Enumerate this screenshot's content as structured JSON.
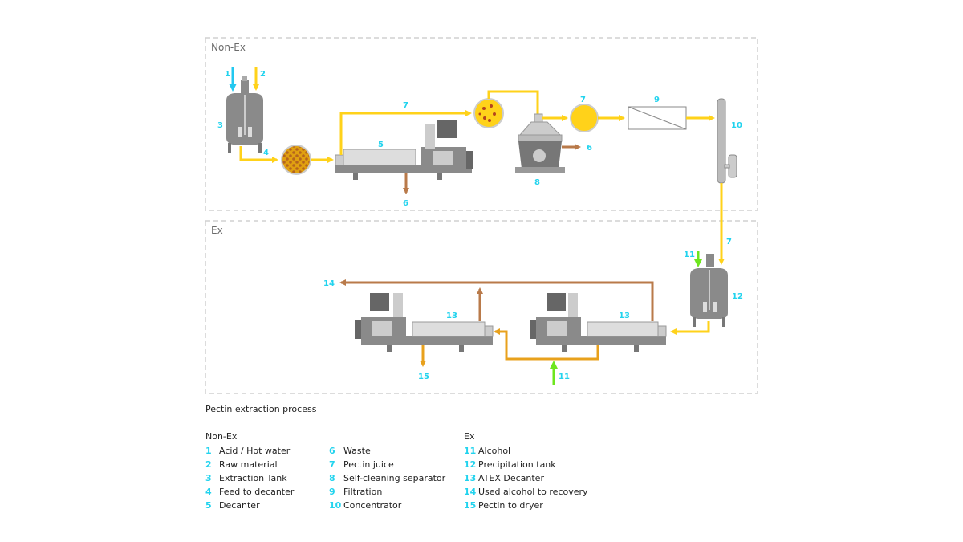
{
  "zones": {
    "non_ex": "Non-Ex",
    "ex": "Ex"
  },
  "colors": {
    "product_flow": "#ffd21a",
    "waste_flow": "#b97a4a",
    "acid_water": "#22c8f0",
    "alcohol": "#6ee61e",
    "ex_product_flow": "#e8a11c",
    "number_label": "#22d3ee",
    "equipment": "#8a8a8a",
    "zone_border": "#cfcfcf"
  },
  "diagram_labels": {
    "n1": "1",
    "n2": "2",
    "n3": "3",
    "n4": "4",
    "n5": "5",
    "n6a": "6",
    "n6b": "6",
    "n7a": "7",
    "n7b": "7",
    "n7c": "7",
    "n8": "8",
    "n9": "9",
    "n10": "10",
    "n11a": "11",
    "n11b": "11",
    "n12": "12",
    "n13a": "13",
    "n13b": "13",
    "n14": "14",
    "n15": "15"
  },
  "caption": "Pectin extraction process",
  "legend": {
    "non_ex_title": "Non-Ex",
    "ex_title": "Ex",
    "non_ex_col1": [
      {
        "num": "1",
        "label": "Acid / Hot water"
      },
      {
        "num": "2",
        "label": "Raw material"
      },
      {
        "num": "3",
        "label": "Extraction Tank"
      },
      {
        "num": "4",
        "label": "Feed to decanter"
      },
      {
        "num": "5",
        "label": "Decanter"
      }
    ],
    "non_ex_col2": [
      {
        "num": "6",
        "label": "Waste"
      },
      {
        "num": "7",
        "label": "Pectin juice"
      },
      {
        "num": "8",
        "label": "Self-cleaning separator"
      },
      {
        "num": "9",
        "label": "Filtration"
      },
      {
        "num": "10",
        "label": "Concentrator"
      }
    ],
    "ex_col": [
      {
        "num": "11",
        "label": "Alcohol"
      },
      {
        "num": "12",
        "label": "Precipitation tank"
      },
      {
        "num": "13",
        "label": "ATEX Decanter"
      },
      {
        "num": "14",
        "label": "Used alcohol to recovery"
      },
      {
        "num": "15",
        "label": "Pectin to dryer"
      }
    ]
  }
}
